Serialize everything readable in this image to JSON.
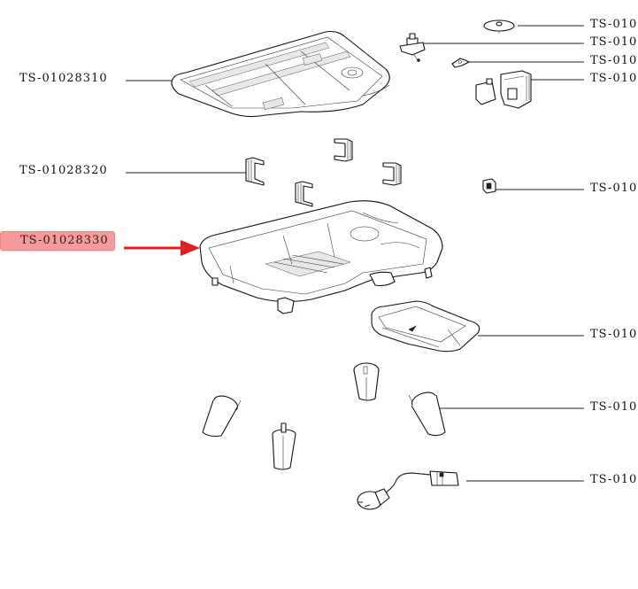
{
  "diagram": {
    "type": "exploded-parts-view",
    "accent_color": "#e02020",
    "highlight_color": "#f99a9a",
    "left_labels": [
      {
        "id": "top-frame",
        "text": "TS-01028310"
      },
      {
        "id": "clips",
        "text": "TS-01028320"
      },
      {
        "id": "base-housing",
        "text": "TS-01028330",
        "highlighted": true
      }
    ],
    "right_labels": [
      {
        "id": "disc",
        "text": "TS-010"
      },
      {
        "id": "thermostat",
        "text": "TS-010"
      },
      {
        "id": "small-clip",
        "text": "TS-010"
      },
      {
        "id": "connector-block",
        "text": "TS-010"
      },
      {
        "id": "switch",
        "text": "TS-010"
      },
      {
        "id": "drip-tray",
        "text": "TS-010"
      },
      {
        "id": "feet",
        "text": "TS-010"
      },
      {
        "id": "power-cord",
        "text": "TS-010"
      }
    ]
  }
}
